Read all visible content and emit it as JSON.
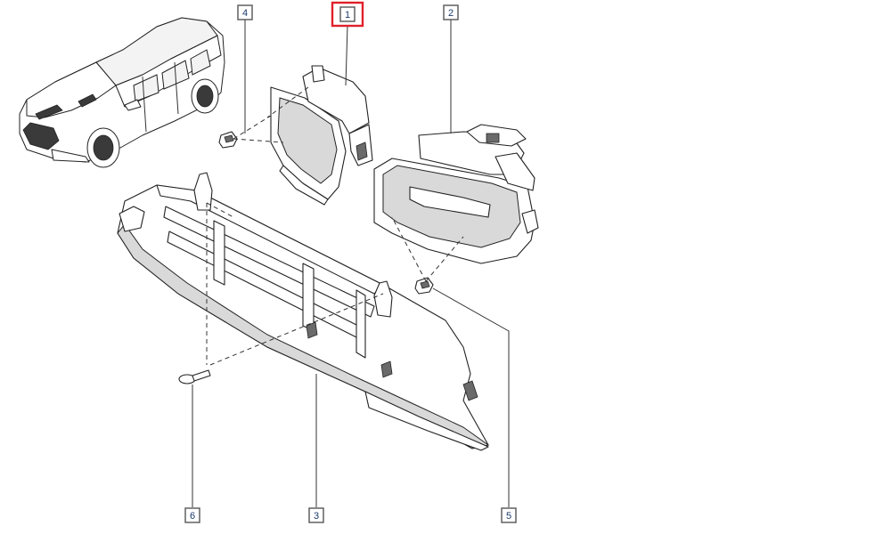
{
  "callouts": {
    "c1": "1",
    "c2": "2",
    "c3": "3",
    "c4": "4",
    "c5": "5",
    "c6": "6"
  },
  "highlight": {
    "callout": "1",
    "color": "#e0202a"
  }
}
